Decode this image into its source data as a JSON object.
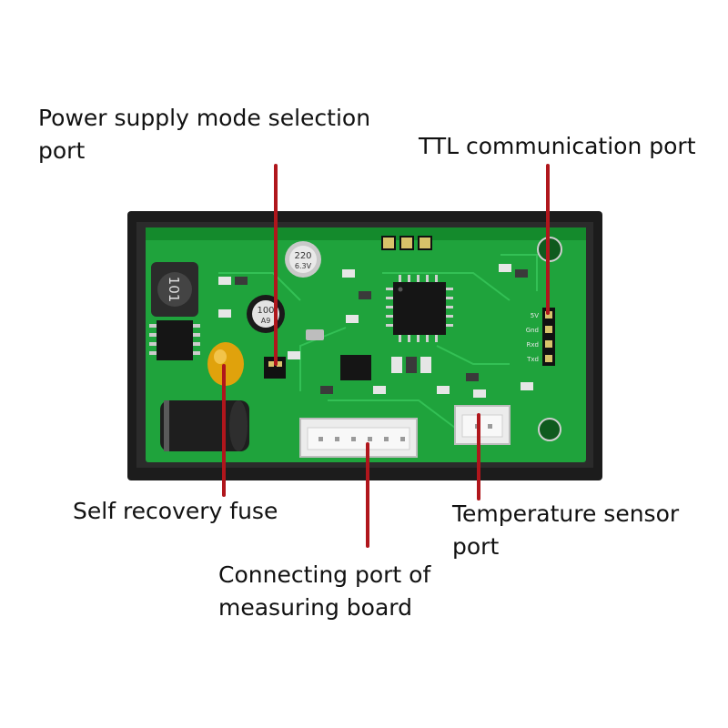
{
  "labels": {
    "power_supply_line1": "Power supply mode selection",
    "power_supply_line2": "port",
    "ttl_port": "TTL communication port",
    "fuse": "Self recovery fuse",
    "temp_line1": "Temperature sensor",
    "temp_line2": "port",
    "measuring_line1": "Connecting port of",
    "measuring_line2": "measuring board"
  },
  "board_marks": {
    "inductor": "101",
    "cap_top": "220",
    "cap_top_2": "6.3V",
    "cap_mid": "100",
    "cap_mid_2": "A9",
    "ttl_pins": [
      "5V",
      "Gnd",
      "Rxd",
      "Txd"
    ]
  },
  "colors": {
    "pcb": "#1fa33c",
    "pcb_dark": "#148a2c",
    "enclosure": "#1c1c1c",
    "pointer": "#b0161c",
    "fuse": "#e0a20c",
    "connector": "#ececec"
  }
}
